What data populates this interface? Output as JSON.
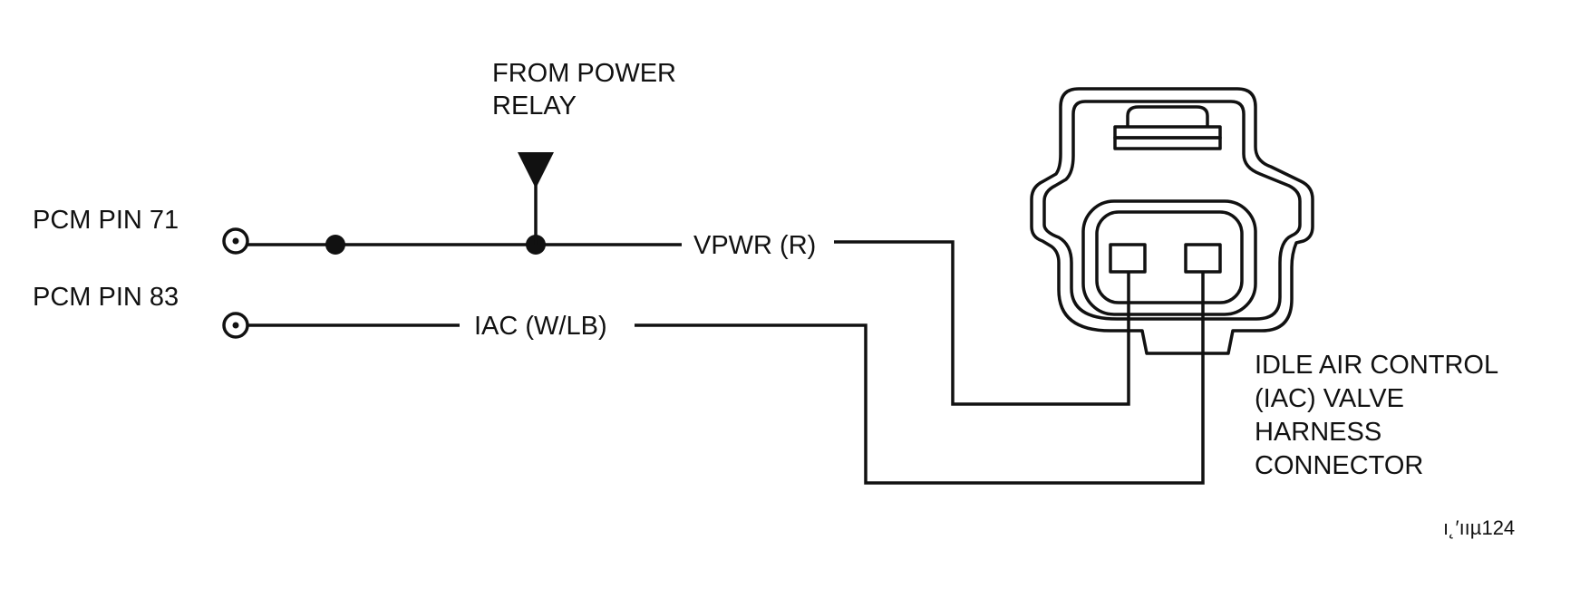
{
  "labels": {
    "pcm_pin_71": "PCM PIN 71",
    "pcm_pin_83": "PCM PIN 83",
    "from_power_relay_line1": "FROM POWER",
    "from_power_relay_line2": "RELAY",
    "vpwr_wire": "VPWR (R)",
    "iac_wire": "IAC (W/LB)",
    "connector_line1": "IDLE AIR CONTROL",
    "connector_line2": "(IAC) VALVE",
    "connector_line3": "HARNESS",
    "connector_line4": "CONNECTOR",
    "figure_code": "ı˛′ııµ124"
  }
}
